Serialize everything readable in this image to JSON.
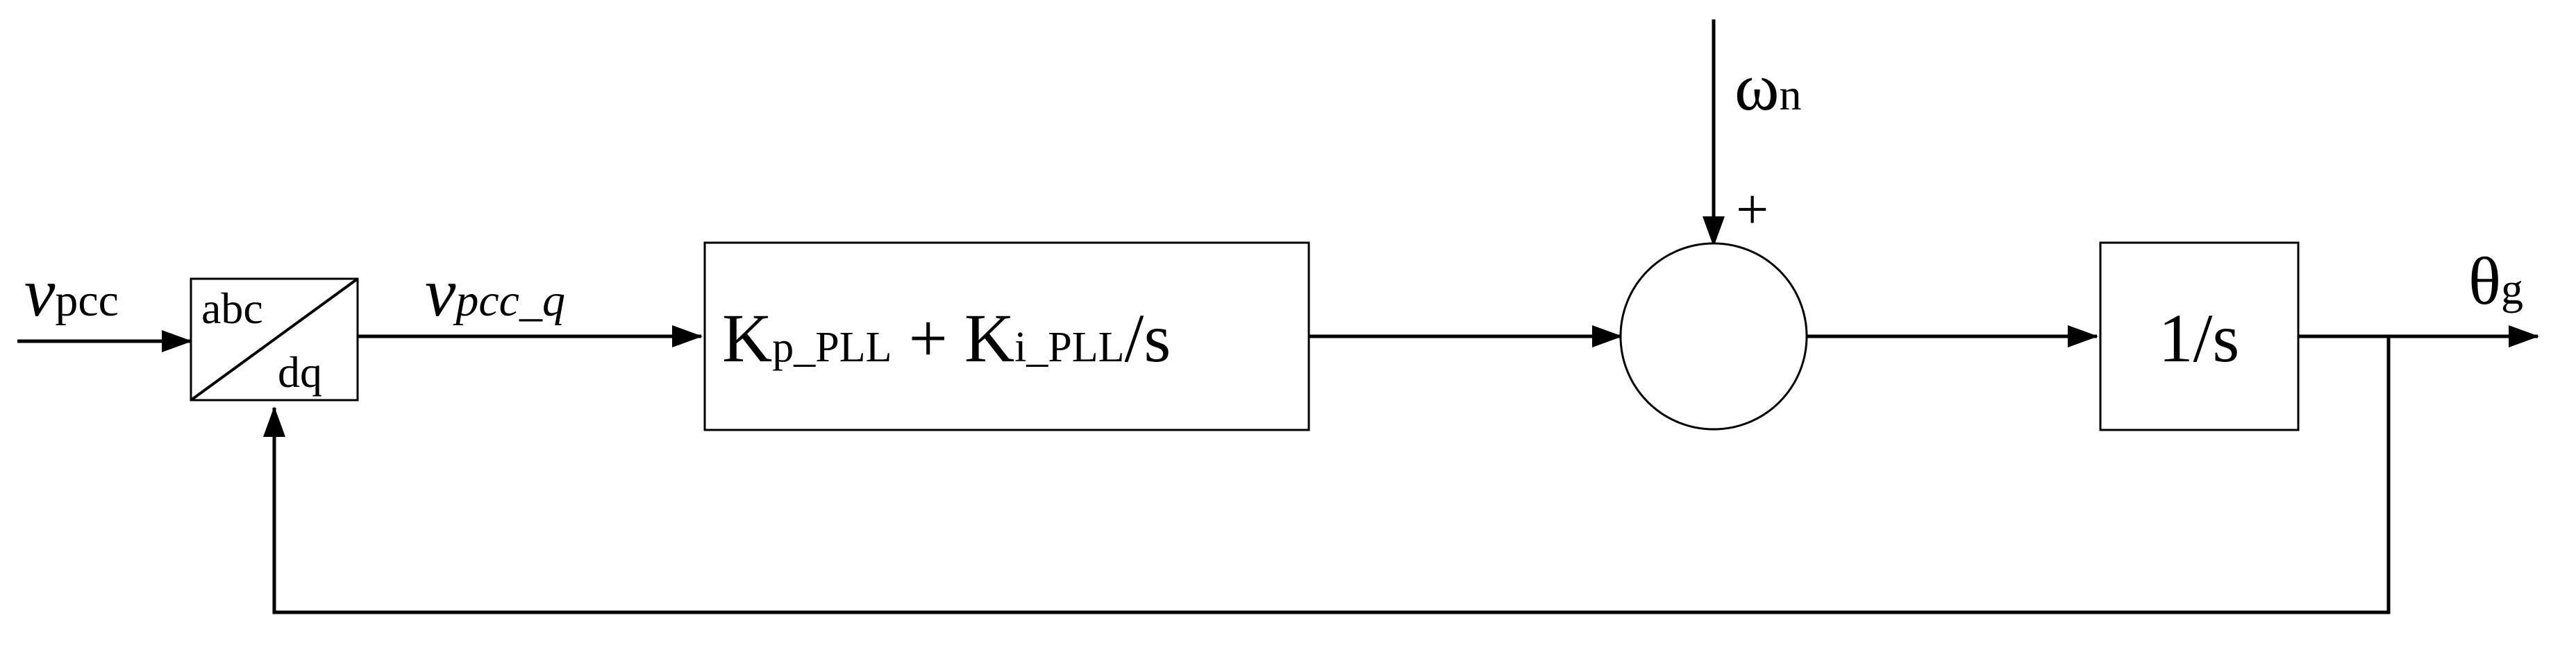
{
  "diagram": {
    "input_signal": {
      "main": "v",
      "sub": "pcc"
    },
    "transform_block": {
      "top": "abc",
      "bottom": "dq"
    },
    "q_signal": {
      "main": "v",
      "sub": "pcc_q"
    },
    "pi_block": {
      "kp_main": "K",
      "kp_sub": "p_PLL",
      "plus": "+",
      "ki_main": "K",
      "ki_sub": "i_PLL",
      "ki_suffix": "/s"
    },
    "nominal_freq": {
      "main": "ω",
      "sub": "n"
    },
    "sum_sign": "+",
    "integrator_block": {
      "label": "1/s"
    },
    "output_signal": {
      "main": "θ",
      "sub": "g"
    }
  }
}
